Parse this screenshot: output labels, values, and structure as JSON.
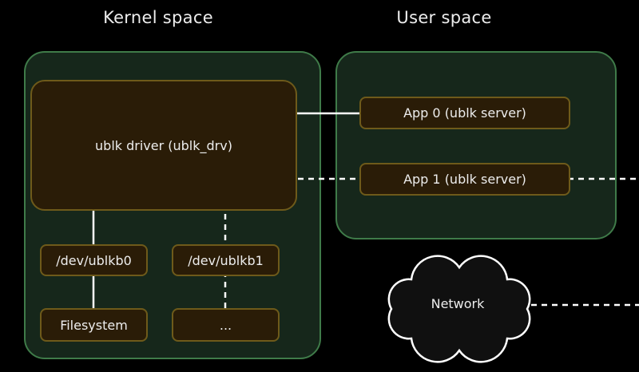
{
  "titles": {
    "kernel": "Kernel space",
    "user": "User space"
  },
  "kernel_space": {
    "driver": "ublk driver (ublk_drv)",
    "dev0": "/dev/ublkb0",
    "dev1": "/dev/ublkb1",
    "filesystem": "Filesystem",
    "more": "..."
  },
  "user_space": {
    "app0": "App 0 (ublk server)",
    "app1": "App 1 (ublk server)"
  },
  "network": {
    "label": "Network"
  },
  "colors": {
    "bg": "#000000",
    "space_fill": "#16271b",
    "space_border": "#3f7b49",
    "box_fill": "#2a1c07",
    "box_border": "#6e5a1a",
    "text": "#ededed",
    "line": "#ffffff",
    "cloud_fill": "#101010"
  }
}
